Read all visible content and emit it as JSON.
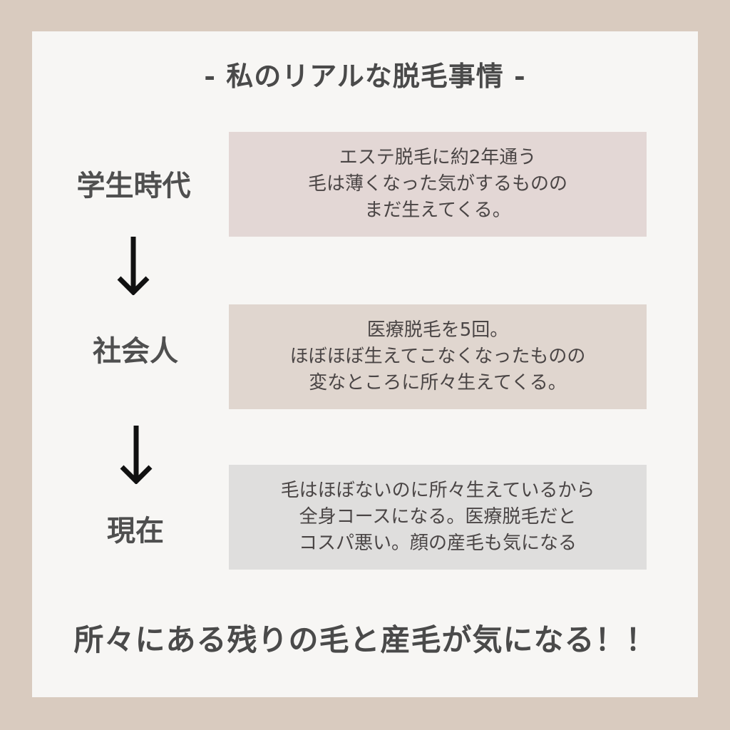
{
  "title": "- 私のリアルな脱毛事情 -",
  "colors": {
    "outer_background": "#d9cbbf",
    "panel_background": "#f7f6f4",
    "heading_text": "#4a4a4a",
    "body_text": "#4a4545",
    "arrow": "#111111"
  },
  "stages": [
    {
      "label": "学生時代",
      "box_color": "#e3d7d5",
      "lines": [
        "エステ脱毛に約2年通う",
        "毛は薄くなった気がするものの",
        "まだ生えてくる。"
      ]
    },
    {
      "label": "社会人",
      "box_color": "#e0d6cf",
      "lines": [
        "医療脱毛を5回。",
        "ほぼほぼ生えてこなくなったものの",
        "変なところに所々生えてくる。"
      ]
    },
    {
      "label": "現在",
      "box_color": "#dfdedd",
      "lines": [
        "毛はほぼないのに所々生えているから",
        "全身コースになる。医療脱毛だと",
        "コスパ悪い。顔の産毛も気になる"
      ]
    }
  ],
  "arrows": [
    {
      "icon": "arrow-down-icon"
    },
    {
      "icon": "arrow-down-icon"
    }
  ],
  "conclusion": "所々にある残りの毛と産毛が気になる！！"
}
